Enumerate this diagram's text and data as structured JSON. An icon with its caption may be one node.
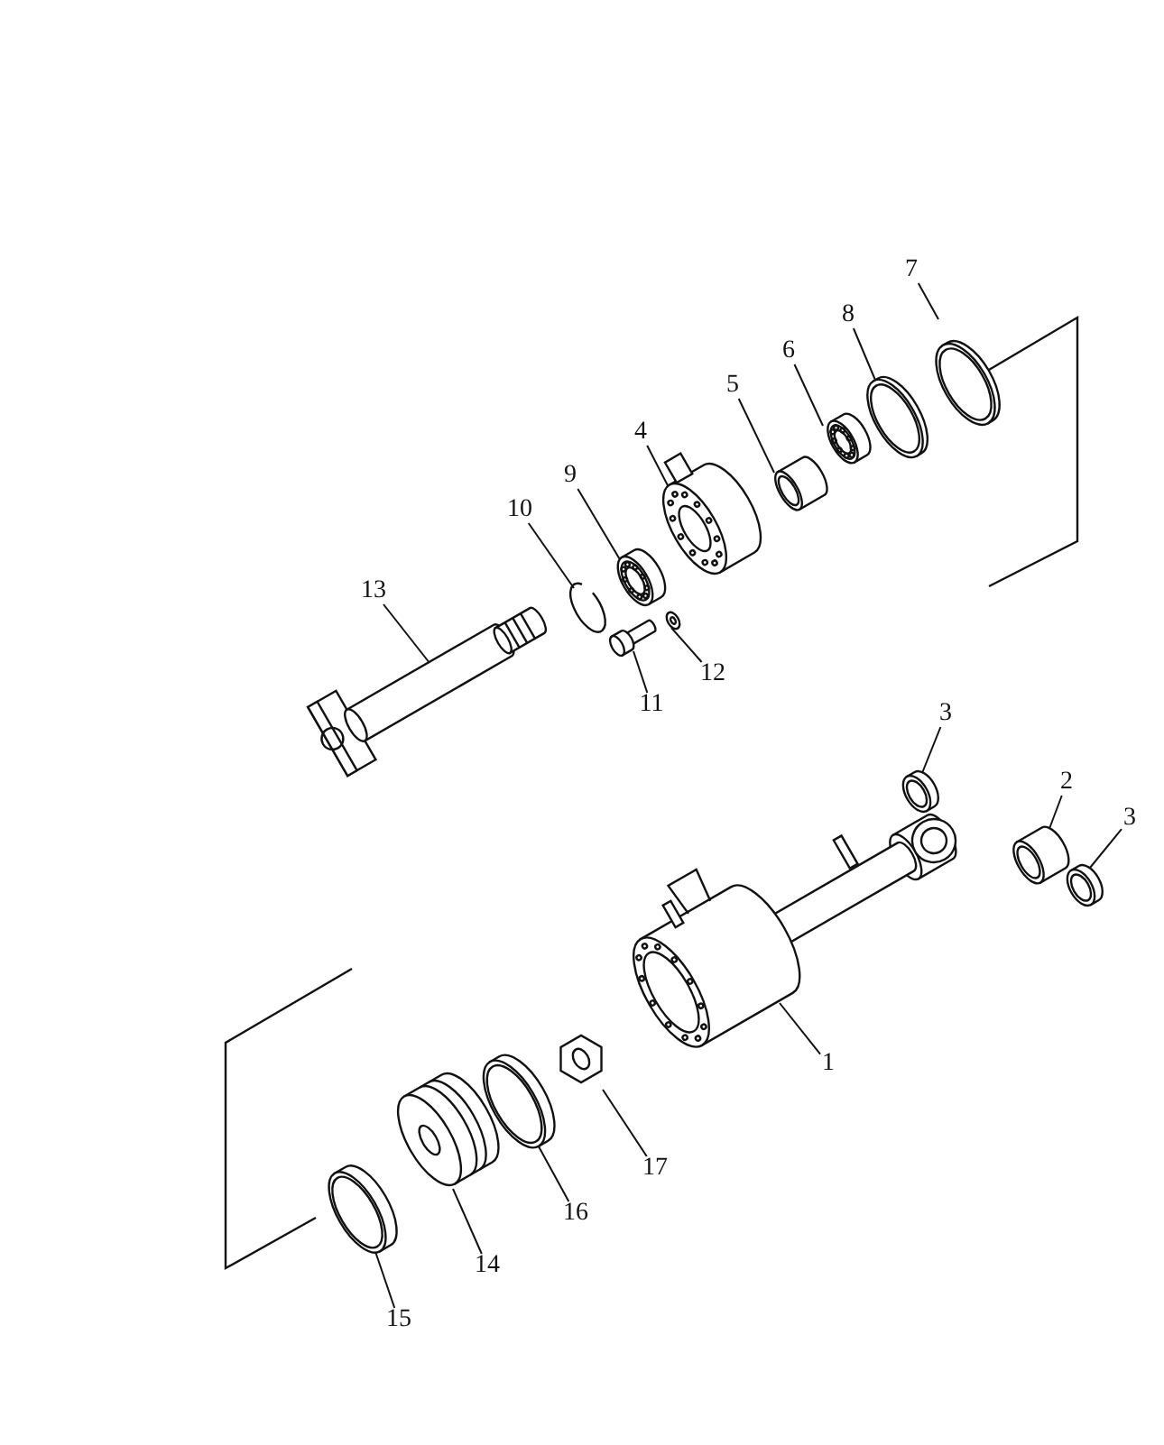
{
  "diagram": {
    "nodes": [
      {
        "text": [
          "7"
        ]
      },
      {
        "text": [],
        "shape": "picture"
      },
      {
        "text": [
          "8"
        ]
      },
      {
        "text": [],
        "shape": "picture"
      },
      {
        "text": [
          "6"
        ]
      },
      {
        "text": [],
        "shape": "picture"
      },
      {
        "text": [
          "5"
        ]
      },
      {
        "text": [],
        "shape": "picture"
      },
      {
        "text": [
          "4"
        ]
      },
      {
        "text": [],
        "shape": "picture"
      },
      {
        "text": [
          "9"
        ]
      },
      {
        "text": [],
        "shape": "picture"
      },
      {
        "text": [
          "10"
        ]
      },
      {
        "text": [],
        "shape": "picture"
      },
      {
        "text": [
          "13"
        ]
      },
      {
        "text": [],
        "shape": "picture"
      },
      {
        "text": [
          "12"
        ]
      },
      {
        "text": [],
        "shape": "picture"
      },
      {
        "text": [
          "11"
        ]
      },
      {
        "text": [],
        "shape": "picture"
      },
      {
        "text": [
          "3"
        ]
      },
      {
        "text": [],
        "shape": "picture"
      },
      {
        "text": [
          "2"
        ]
      },
      {
        "text": [],
        "shape": "picture"
      },
      {
        "text": [
          "3"
        ]
      },
      {
        "text": [],
        "shape": "picture"
      },
      {
        "text": [
          "1"
        ]
      },
      {
        "text": [],
        "shape": "picture"
      },
      {
        "text": [
          "17"
        ]
      },
      {
        "text": [],
        "shape": "picture"
      },
      {
        "text": [
          "16"
        ]
      },
      {
        "text": [],
        "shape": "picture"
      },
      {
        "text": [
          "14"
        ]
      },
      {
        "text": [],
        "shape": "picture"
      },
      {
        "text": [
          "15"
        ]
      },
      {
        "text": [],
        "shape": "picture"
      }
    ],
    "edges": [
      {
        "from": 0,
        "to": 1,
        "arrow": "none"
      },
      {
        "from": 2,
        "to": 3,
        "arrow": "none"
      },
      {
        "from": 4,
        "to": 5,
        "arrow": "none"
      },
      {
        "from": 6,
        "to": 7,
        "arrow": "none"
      },
      {
        "from": 8,
        "to": 9,
        "arrow": "none"
      },
      {
        "from": 10,
        "to": 11,
        "arrow": "none"
      },
      {
        "from": 12,
        "to": 13,
        "arrow": "none"
      },
      {
        "from": 14,
        "to": 15,
        "arrow": "none"
      },
      {
        "from": 16,
        "to": 17,
        "arrow": "none"
      },
      {
        "from": 18,
        "to": 19,
        "arrow": "none"
      },
      {
        "from": 20,
        "to": 21,
        "arrow": "none"
      },
      {
        "from": 22,
        "to": 23,
        "arrow": "none"
      },
      {
        "from": 24,
        "to": 25,
        "arrow": "none"
      },
      {
        "from": 26,
        "to": 27,
        "arrow": "none"
      },
      {
        "from": 28,
        "to": 29,
        "arrow": "none"
      },
      {
        "from": 30,
        "to": 31,
        "arrow": "none"
      },
      {
        "from": 32,
        "to": 33,
        "arrow": "none"
      },
      {
        "from": 34,
        "to": 35,
        "arrow": "none"
      }
    ]
  }
}
